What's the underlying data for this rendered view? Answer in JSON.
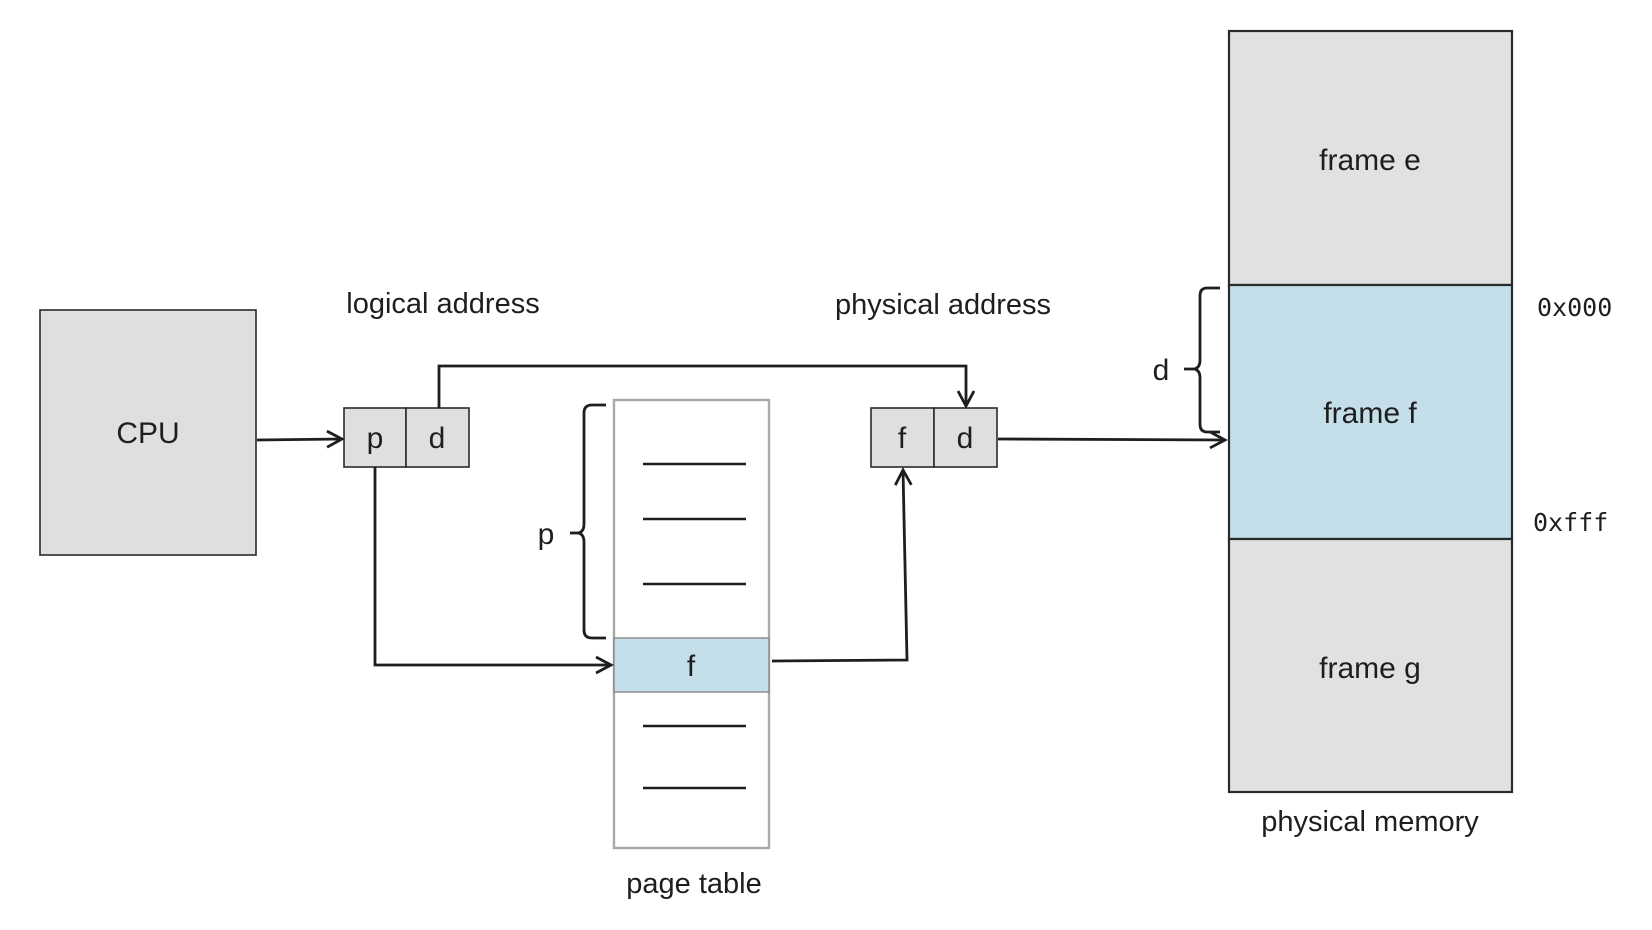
{
  "cpu": {
    "label": "CPU"
  },
  "logical_address": {
    "title": "logical address",
    "page_field": "p",
    "offset_field": "d"
  },
  "physical_address": {
    "title": "physical address",
    "frame_field": "f",
    "offset_field": "d"
  },
  "page_table": {
    "title": "page table",
    "index_label": "p",
    "entry_label": "f",
    "blank_entries_above": 3,
    "blank_entries_below": 2
  },
  "physical_memory": {
    "title": "physical memory",
    "frames": [
      {
        "label": "frame e",
        "highlighted": false
      },
      {
        "label": "frame f",
        "highlighted": true
      },
      {
        "label": "frame g",
        "highlighted": false
      }
    ],
    "offset_label": "d",
    "start_address": "0x000",
    "end_address": "0xfff"
  },
  "colors": {
    "gray_box": "#dfdfdf",
    "highlight_blue": "#c4dfe9",
    "line": "#1e1e1e"
  }
}
